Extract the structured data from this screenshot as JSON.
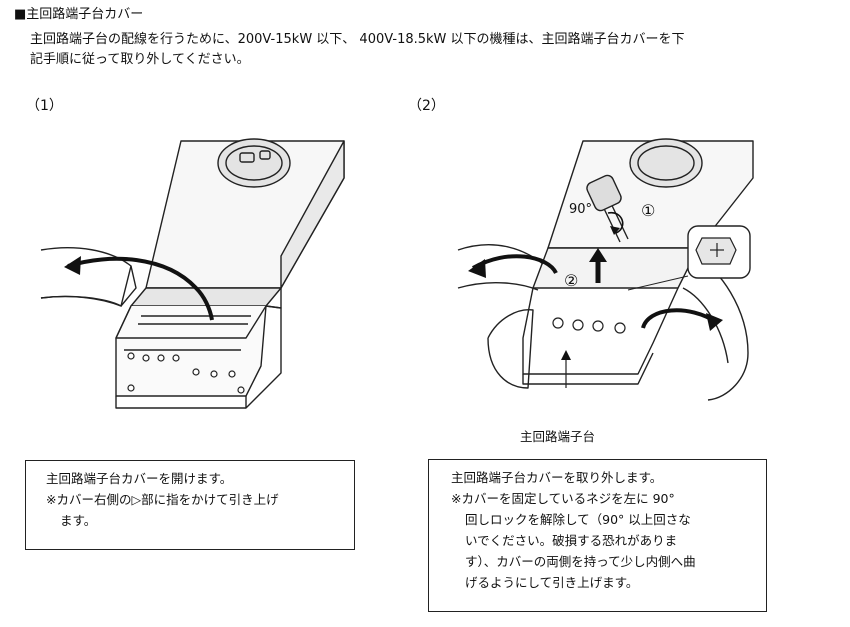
{
  "heading": "■主回路端子台カバー",
  "intro": {
    "line1": "主回路端子台の配線を行うために、200V-15kW 以下、 400V-18.5kW 以下の機種は、主回路端子台カバーを下",
    "line2": "記手順に従って取り外してください。"
  },
  "step1": {
    "label": "（1）",
    "callout": {
      "line1": "主回路端子台カバーを開けます。",
      "line2_prefix": "※カバー右側の",
      "line2_marker": "▷",
      "line2_suffix": "部に指をかけて引き上げ",
      "line3": "ます。"
    }
  },
  "step2": {
    "label": "（2）",
    "angle": "90°",
    "marker1": "①",
    "marker2": "②",
    "figure_caption": "主回路端子台",
    "callout": {
      "line1": "主回路端子台カバーを取り外します。",
      "line2": "※カバーを固定しているネジを左に 90°",
      "line3": "回しロックを解除して（90° 以上回さな",
      "line4": "いでください。破損する恐れがありま",
      "line5": "す）、カバーの両側を持って少し内側へ曲",
      "line6": "げるようにして引き上げます。"
    }
  }
}
